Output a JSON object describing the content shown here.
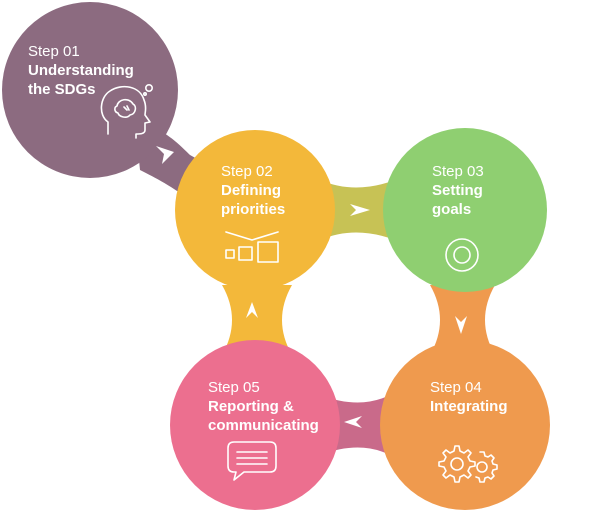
{
  "steps": [
    {
      "id": "step-01",
      "label": "Step 01",
      "title_lines": [
        "Understanding",
        "the SDGs"
      ],
      "color": "#8c6b80",
      "icon": "head-thought-icon"
    },
    {
      "id": "step-02",
      "label": "Step 02",
      "title_lines": [
        "Defining",
        "priorities"
      ],
      "color": "#f3b83a",
      "icon": "priority-boxes-icon"
    },
    {
      "id": "step-03",
      "label": "Step 03",
      "title_lines": [
        "Setting",
        "goals"
      ],
      "color": "#8fcf71",
      "icon": "target-icon"
    },
    {
      "id": "step-04",
      "label": "Step 04",
      "title_lines": [
        "Integrating"
      ],
      "color": "#ef9a4e",
      "icon": "gears-icon"
    },
    {
      "id": "step-05",
      "label": "Step 05",
      "title_lines": [
        "Reporting &",
        "communicating"
      ],
      "color": "#ec6f8f",
      "icon": "speech-bubble-icon"
    }
  ],
  "arrow_color": "#ffffff"
}
